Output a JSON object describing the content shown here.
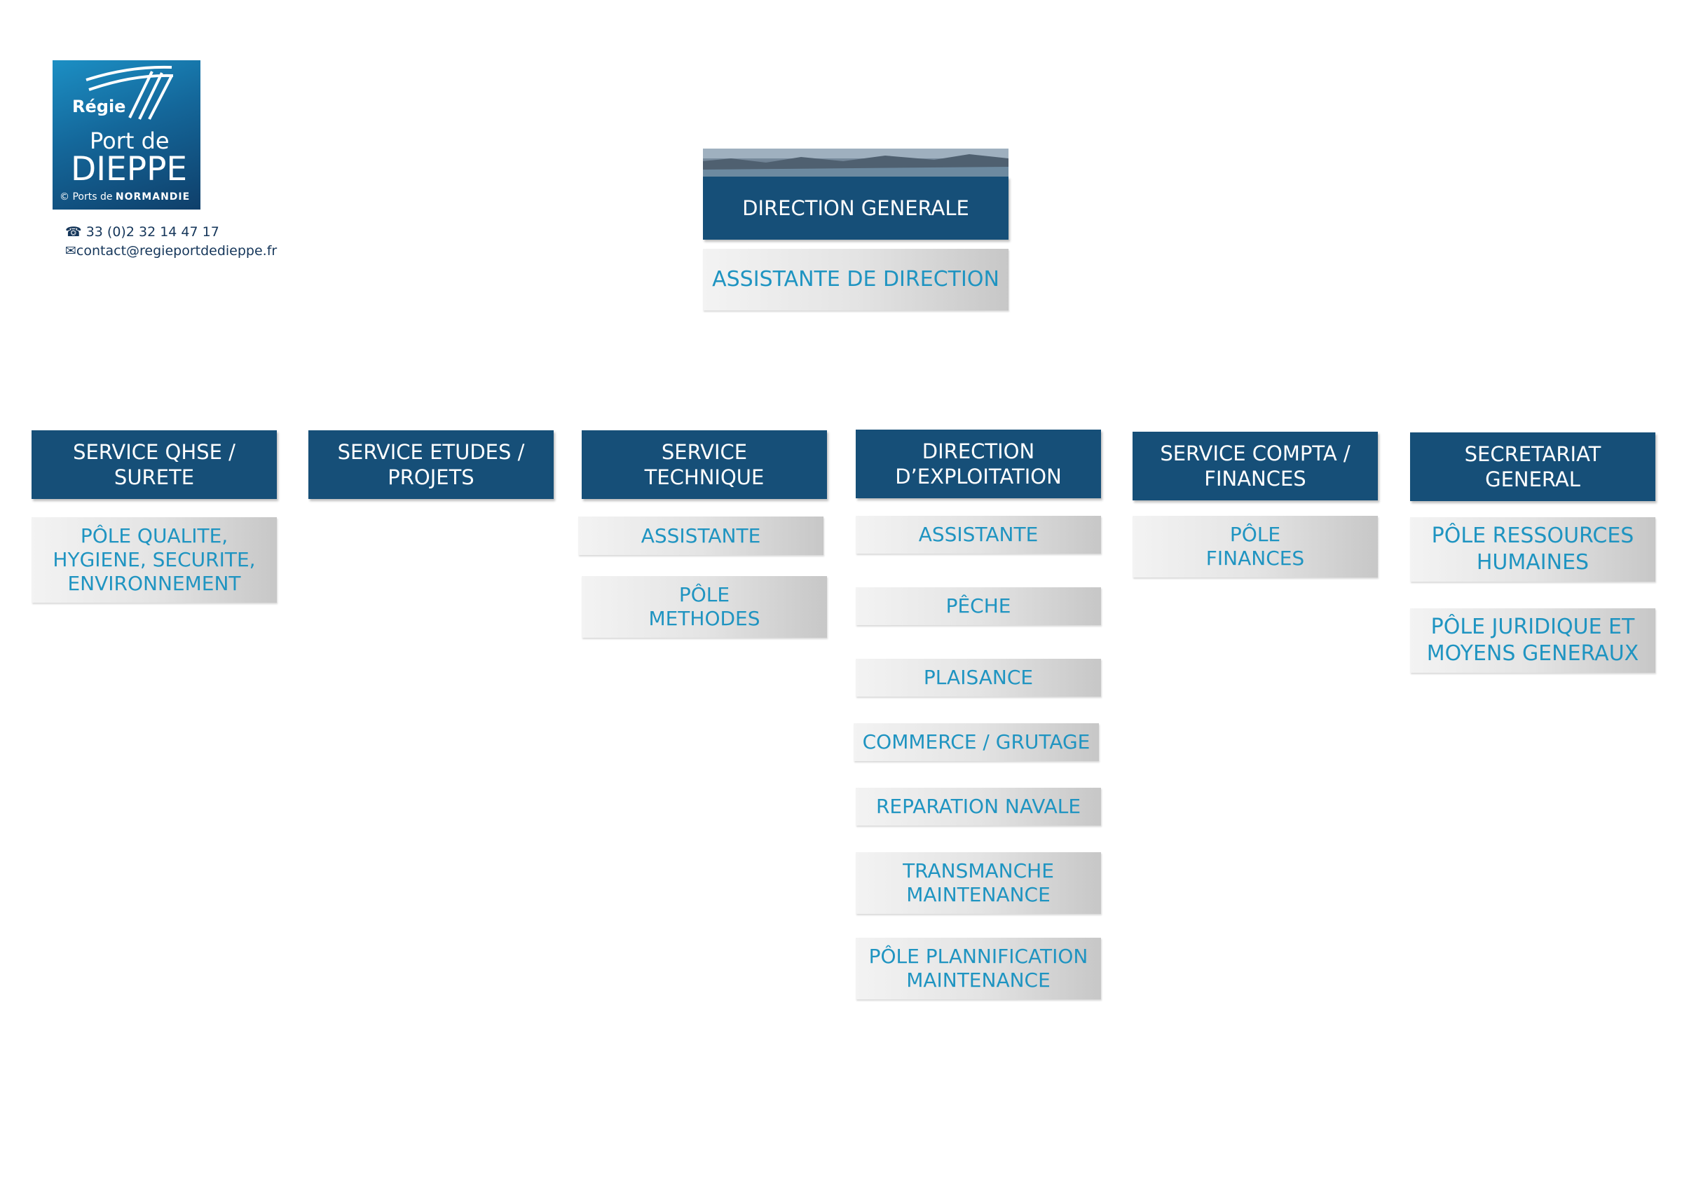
{
  "logo": {
    "regie": "Régie",
    "port_de": "Port de",
    "dieppe": "DIEPPE",
    "ports_de": "© Ports de",
    "normandie": "NORMANDIE"
  },
  "contact": {
    "phone": "33 (0)2 32 14 47 17",
    "email": "contact@regieportdedieppe.fr"
  },
  "top": {
    "direction_generale": "DIRECTION GENERALE",
    "assistante_direction": "ASSISTANTE DE DIRECTION"
  },
  "services": [
    {
      "title": "SERVICE QHSE /\nSURETE",
      "subs": [
        "PÔLE QUALITE,\nHYGIENE, SECURITE,\nENVIRONNEMENT"
      ]
    },
    {
      "title": "SERVICE ETUDES /\nPROJETS",
      "subs": []
    },
    {
      "title": "SERVICE\nTECHNIQUE",
      "subs": [
        "ASSISTANTE",
        "PÔLE\nMETHODES"
      ]
    },
    {
      "title": "DIRECTION\nD’EXPLOITATION",
      "subs": [
        "ASSISTANTE",
        "PÊCHE",
        "PLAISANCE",
        "COMMERCE / GRUTAGE",
        "REPARATION NAVALE",
        "TRANSMANCHE\nMAINTENANCE",
        "PÔLE PLANNIFICATION\nMAINTENANCE"
      ]
    },
    {
      "title": "SERVICE COMPTA /\nFINANCES",
      "subs": [
        "PÔLE\nFINANCES"
      ]
    },
    {
      "title": "SECRETARIAT\nGENERAL",
      "subs": [
        "PÔLE RESSOURCES\nHUMAINES",
        "PÔLE JURIDIQUE ET\nMOYENS GENERAUX"
      ]
    }
  ],
  "colors": {
    "header_bg": "#164f78",
    "sub_text": "#1f94c1",
    "logo_blue": "#14679a"
  },
  "icons": [
    "phone-icon",
    "envelope-icon",
    "logo-wave-lines"
  ]
}
